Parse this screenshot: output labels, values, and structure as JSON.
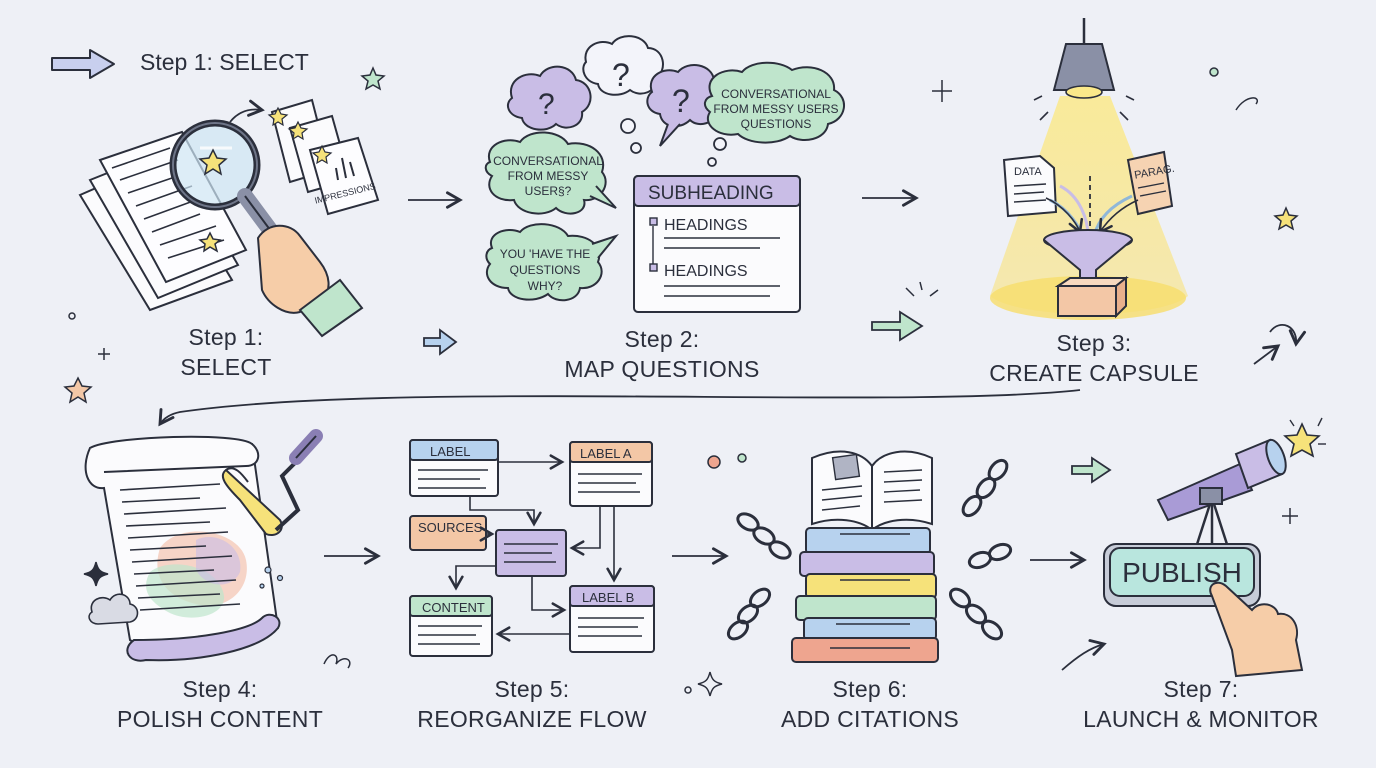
{
  "header": {
    "step_label": "Step 1: SELECT"
  },
  "steps": [
    {
      "num": "Step 1:",
      "title": "SELECT"
    },
    {
      "num": "Step 2:",
      "title": "MAP QUESTIONS"
    },
    {
      "num": "Step 3:",
      "title": "CREATE CAPSULE"
    },
    {
      "num": "Step 4:",
      "title": "POLISH CONTENT"
    },
    {
      "num": "Step 5:",
      "title": "REORGANIZE FLOW"
    },
    {
      "num": "Step 6:",
      "title": "ADD CITATIONS"
    },
    {
      "num": "Step 7:",
      "title": "LAUNCH & MONITOR"
    }
  ],
  "step1_art": {
    "doc_label": "IMPRESSIONS"
  },
  "step2_art": {
    "bubble_top": [
      "CONVERSATIONAL",
      "FROM MESSY USERS",
      "QUESTIONS"
    ],
    "bubble_left": [
      "CONVERSATIONAL",
      "FROM MESSY",
      "USER§?"
    ],
    "bubble_bottom": [
      "YOU 'HAVE THE",
      "QUESTIONS",
      "WHY?"
    ],
    "doc_subheading": "SUBHEADING",
    "doc_heading_1": "HEADINGS",
    "doc_heading_2": "HEADINGS"
  },
  "step3_art": {
    "doc_left": "DATA",
    "doc_right": "PARAG."
  },
  "step5_art": {
    "label": "LABEL",
    "label_a": "LABEL A",
    "sources": "SOURCES",
    "content": "CONTENT",
    "label_b": "LABEL B"
  },
  "step7_art": {
    "button": "PUBLISH"
  },
  "colors": {
    "background": "#eef0f6",
    "ink": "#2b2f3c",
    "lavender": "#c9bde6",
    "lavender_dark": "#a99bd6",
    "mint": "#bfe5cc",
    "peach": "#f3c7a6",
    "yellow": "#f6e27a",
    "blue": "#b7d2ee",
    "coral": "#eea58f"
  }
}
